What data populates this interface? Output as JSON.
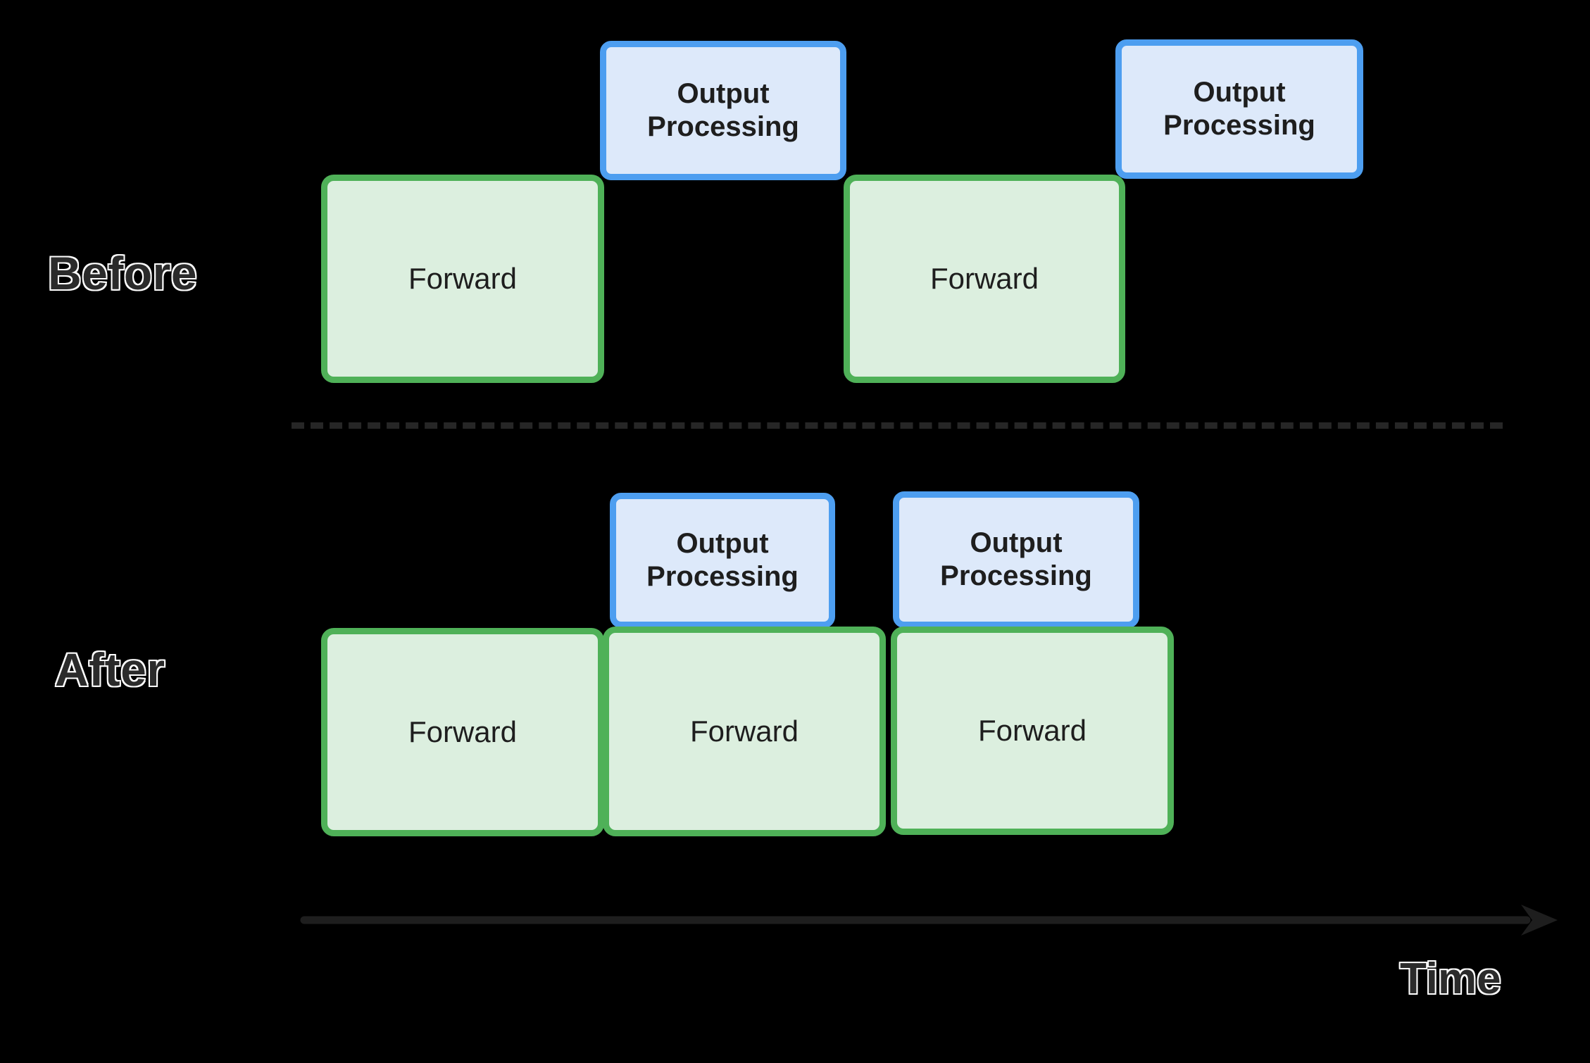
{
  "diagram": {
    "title": "Before / After output-processing overlap timeline",
    "background_color": "#000000",
    "rows": [
      {
        "label": "Before",
        "forward_blocks": [
          {
            "text": "Forward"
          },
          {
            "text": "Forward"
          }
        ],
        "output_blocks": [
          {
            "text": "Output\nProcessing",
            "line1": "Output",
            "line2": "Processing"
          },
          {
            "text": "Output\nProcessing",
            "line1": "Output",
            "line2": "Processing"
          }
        ]
      },
      {
        "label": "After",
        "forward_blocks": [
          {
            "text": "Forward"
          },
          {
            "text": "Forward"
          },
          {
            "text": "Forward"
          }
        ],
        "output_blocks": [
          {
            "text": "Output\nProcessing",
            "line1": "Output",
            "line2": "Processing"
          },
          {
            "text": "Output\nProcessing",
            "line1": "Output",
            "line2": "Processing"
          }
        ]
      }
    ],
    "axis": {
      "label": "Time",
      "direction": "left-to-right"
    },
    "colors": {
      "forward_fill": "#dcefdf",
      "forward_border": "#4fb158",
      "output_fill": "#dde9fa",
      "output_border": "#4d9ef0",
      "label_fill": "#2b2b2b",
      "label_outline": "#ffffff",
      "divider": "#262626",
      "axis": "#1e1e1e"
    }
  }
}
